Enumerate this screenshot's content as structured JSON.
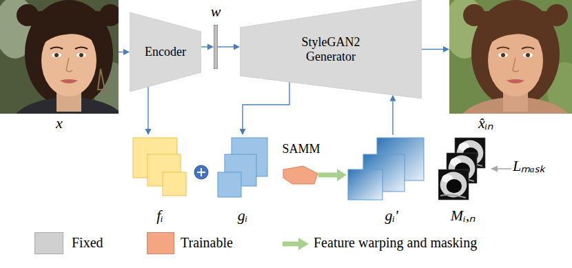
{
  "diagram": {
    "nodes": [
      {
        "text": [
          "x"
        ]
      },
      {
        "text": [
          "Encoder"
        ]
      },
      {
        "text": [
          "w"
        ]
      },
      {
        "text": [
          "StyleGAN2 Generator"
        ]
      },
      {
        "text": [
          "x̂ᵢₙ"
        ]
      },
      {
        "text": [
          "fᵢ"
        ]
      },
      {
        "text": [
          "gᵢ"
        ]
      },
      {
        "text": [
          "SAMM"
        ]
      },
      {
        "text": [
          "gᵢ'"
        ]
      },
      {
        "text": [
          "Mᵢ,ₙ"
        ]
      }
    ],
    "edges": [
      {
        "from": 0,
        "to": 1,
        "arrow": "to"
      },
      {
        "from": 1,
        "to": 2,
        "arrow": "to"
      },
      {
        "from": 2,
        "to": 3,
        "arrow": "to"
      },
      {
        "from": 3,
        "to": 4,
        "arrow": "to"
      },
      {
        "from": 1,
        "to": 5,
        "arrow": "to"
      },
      {
        "from": 3,
        "to": 6,
        "arrow": "to"
      },
      {
        "from": 8,
        "to": 3,
        "arrow": "to"
      },
      {
        "from": 7,
        "to": 8,
        "arrow": "to"
      }
    ],
    "labels": [
      "Lₘₐₛₖ"
    ],
    "legend": [
      {
        "text": "Fixed",
        "color": "#d0d0d0"
      },
      {
        "text": "Trainable",
        "color": "#f4a582"
      },
      {
        "text": "Feature warping and masking"
      }
    ]
  }
}
